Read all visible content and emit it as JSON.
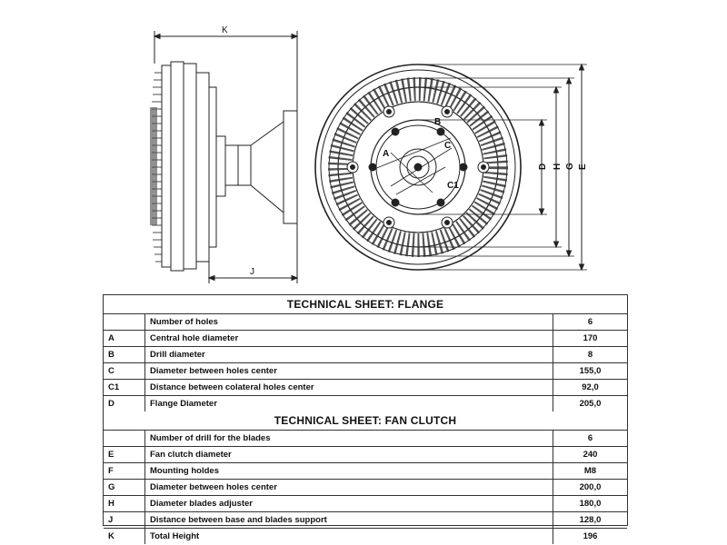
{
  "dimension_labels": {
    "k": "K",
    "j": "J",
    "a": "A",
    "b": "B",
    "c": "C",
    "c1": "C1",
    "d": "D",
    "h": "H",
    "g": "G",
    "e": "E"
  },
  "flange": {
    "title": "TECHNICAL SHEET: FLANGE",
    "rows": [
      {
        "code": "",
        "label": "Number of holes",
        "value": "6"
      },
      {
        "code": "A",
        "label": "Central hole diameter",
        "value": "170"
      },
      {
        "code": "B",
        "label": "Drill diameter",
        "value": "8"
      },
      {
        "code": "C",
        "label": "Diameter between holes center",
        "value": "155,0"
      },
      {
        "code": "C1",
        "label": "Distance between colateral holes center",
        "value": "92,0"
      },
      {
        "code": "D",
        "label": "Flange Diameter",
        "value": "205,0"
      }
    ]
  },
  "fan_clutch": {
    "title": "TECHNICAL SHEET: FAN CLUTCH",
    "rows": [
      {
        "code": "",
        "label": "Number of drill for the blades",
        "value": "6"
      },
      {
        "code": "E",
        "label": "Fan clutch diameter",
        "value": "240"
      },
      {
        "code": "F",
        "label": "Mounting holdes",
        "value": "M8"
      },
      {
        "code": "G",
        "label": "Diameter between holes center",
        "value": "200,0"
      },
      {
        "code": "H",
        "label": "Diameter blades adjuster",
        "value": "180,0"
      },
      {
        "code": "J",
        "label": "Distance between base and blades support",
        "value": "128,0"
      },
      {
        "code": "K",
        "label": "Total Height",
        "value": "196"
      }
    ]
  }
}
